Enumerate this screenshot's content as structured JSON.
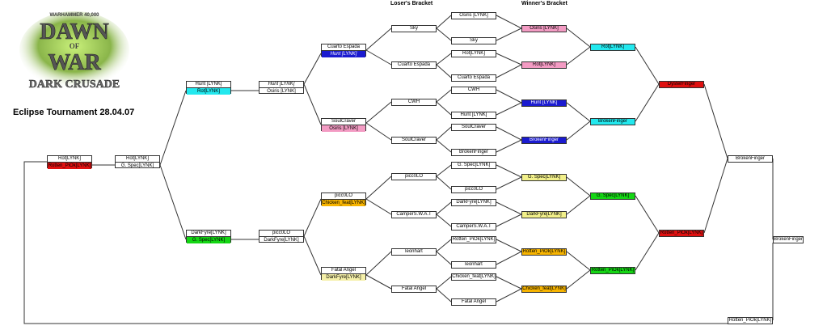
{
  "title": "Eclipse Tournament 28.04.07",
  "logo": {
    "brand": "WARHAMMER 40,000",
    "line1": "DAWN",
    "line2": "OF",
    "line3": "WAR",
    "line4": "DARK CRUSADE"
  },
  "headers": {
    "losers": "Loser's Bracket",
    "winners": "Winner's Bracket"
  },
  "matches": {
    "grand_final": {
      "p1": "Rot[LYNK]",
      "p2": "Rotten_PiOk[LYNK]"
    },
    "gf2": {
      "p1": "Rot[LYNK]",
      "p2": "G. Spec[LYNK]"
    },
    "m_hunt_rot": {
      "p1": "Hunt [LYNK]",
      "p2": "Rot[LYNK]"
    },
    "m_dfyre_gspec": {
      "p1": "DarkFyre[LYNK]",
      "p2": "G. Spec[LYNK]"
    },
    "m_hunt_osiris": {
      "p1": "Hunt [LYNK]",
      "p2": "Osiris [LYNK]"
    },
    "m_picc_dfyre": {
      "p1": "picc0LO",
      "p2": "DarkFyre[LYNK]"
    },
    "m_cuarto_hunt": {
      "p1": "Cuarto Espada",
      "p2": "Hunt [LYNK]"
    },
    "m_soul_osiris": {
      "p1": "SoulCraver",
      "p2": "Osiris [LYNK]"
    },
    "m_picc_chicken": {
      "p1": "picc0LO",
      "p2": "Chicken_feat[LYNK]"
    },
    "m_fatal_dfyre": {
      "p1": "Fatal Angel",
      "p2": "DarkFyre[LYNK]"
    },
    "l_sky": "Sky",
    "l_cuarto": "Cuarto Espada",
    "l_cwh": "CWH",
    "l_soul": "SoulCraver",
    "l_picc": "picc0LO",
    "l_camper": "CamperS.W.A.T",
    "l_leon": "leonhart",
    "l_fatal": "Fatal Angel",
    "c_osiris": "Osiris [LYNK]",
    "c_sky": "Sky",
    "c_rot": "Rot[LYNK]",
    "c_cuarto": "Cuarto Espada",
    "c_cwh": "CWH",
    "c_hunt": "Hunt [LYNK]",
    "c_soul": "SoulCraver",
    "c_broken": "BrokenFinger",
    "c_gspec": "G. Spec[LYNK]",
    "c_picc": "picc0LO",
    "c_dfyre": "DarkFyre[LYNK]",
    "c_camper": "CamperS.W.A.T",
    "c_rotten": "Rotten_PiOk[LYNK]",
    "c_leon": "leonhart",
    "c_chicken": "Chicken_feat[LYNK]",
    "c_fatal": "Fatal Angel",
    "w_osiris": "Osiris [LYNK]",
    "w_rot": "Rot[LYNK]",
    "w_hunt": "Hunt [LYNK]",
    "w_broken": "BrokenFinger",
    "w_gspec": "G. Spec[LYNK]",
    "w_dfyre": "DarkFyre[LYNK]",
    "w_rotten": "Rotten_PiOk[LYNK]",
    "w_chicken": "Chicken_feat[LYNK]",
    "s_rot": "Rot[LYNK]",
    "s_broken": "BrokenFinger",
    "s_gspec": "G. Spec[LYNK]",
    "s_rotten": "Rotten_PiOk[LYNK]",
    "f_dyster": "DysterFinger",
    "f_rotten": "Rotten_PiOk[LYNK]",
    "final_broken": "BrokenFinger",
    "final_rotten": "Rotten_PiOk[LYNK]",
    "champion": "BrokenFinger"
  }
}
